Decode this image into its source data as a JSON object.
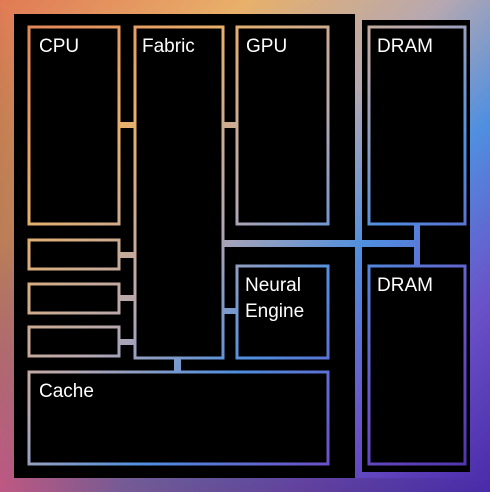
{
  "diagram": {
    "blocks": {
      "cpu": "CPU",
      "fabric": "Fabric",
      "gpu": "GPU",
      "dram_top": "DRAM",
      "dram_bottom": "DRAM",
      "neural_line1": "Neural",
      "neural_line2": "Engine",
      "cache": "Cache"
    }
  }
}
